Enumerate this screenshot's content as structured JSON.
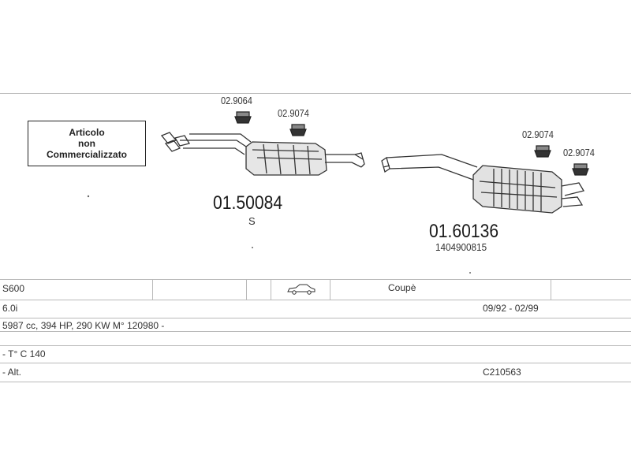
{
  "diagram": {
    "not_sold_box": [
      "Articolo",
      "non",
      "Commercializzato"
    ],
    "middle_part": {
      "number": "01.50084",
      "suffix": "S"
    },
    "rear_part": {
      "number": "01.60136",
      "oe_number": "1404900815"
    },
    "clamps": [
      "02.9064",
      "02.9074",
      "02.9074",
      "02.9074"
    ]
  },
  "table": {
    "row1": {
      "model": "S600",
      "body": "Coupè"
    },
    "row2": {
      "engine": "6.0i",
      "dates": "09/92 - 02/99"
    },
    "row3": {
      "specs": "5987 cc, 394 HP, 290 KW M° 120980 -"
    },
    "row4": {
      "type": "- T° C 140"
    },
    "row5": {
      "note": "- Alt.",
      "code": "C210563"
    }
  }
}
